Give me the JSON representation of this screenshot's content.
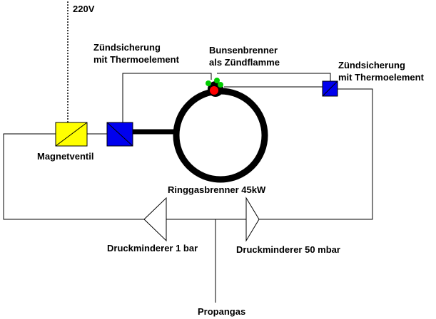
{
  "labels": {
    "voltage": "220V",
    "safety_left_1": "Zündsicherung",
    "safety_left_2": "mit Thermoelement",
    "burner_1": "Bunsenbrenner",
    "burner_2": "als Zündflamme",
    "safety_right_1": "Zündsicherung",
    "safety_right_2": "mit Thermoelement",
    "magnet_valve": "Magnetventil",
    "ring_burner": "Ringgasbrenner 45kW",
    "reducer_1bar": "Druckminderer 1 bar",
    "reducer_50mbar": "Druckminderer 50 mbar",
    "propane": "Propangas"
  },
  "colors": {
    "magnet_valve": "#ffff00",
    "safety_device": "#0000ee",
    "flame_red": "#ff0000",
    "flame_green": "#00cc00",
    "line": "#000000"
  }
}
